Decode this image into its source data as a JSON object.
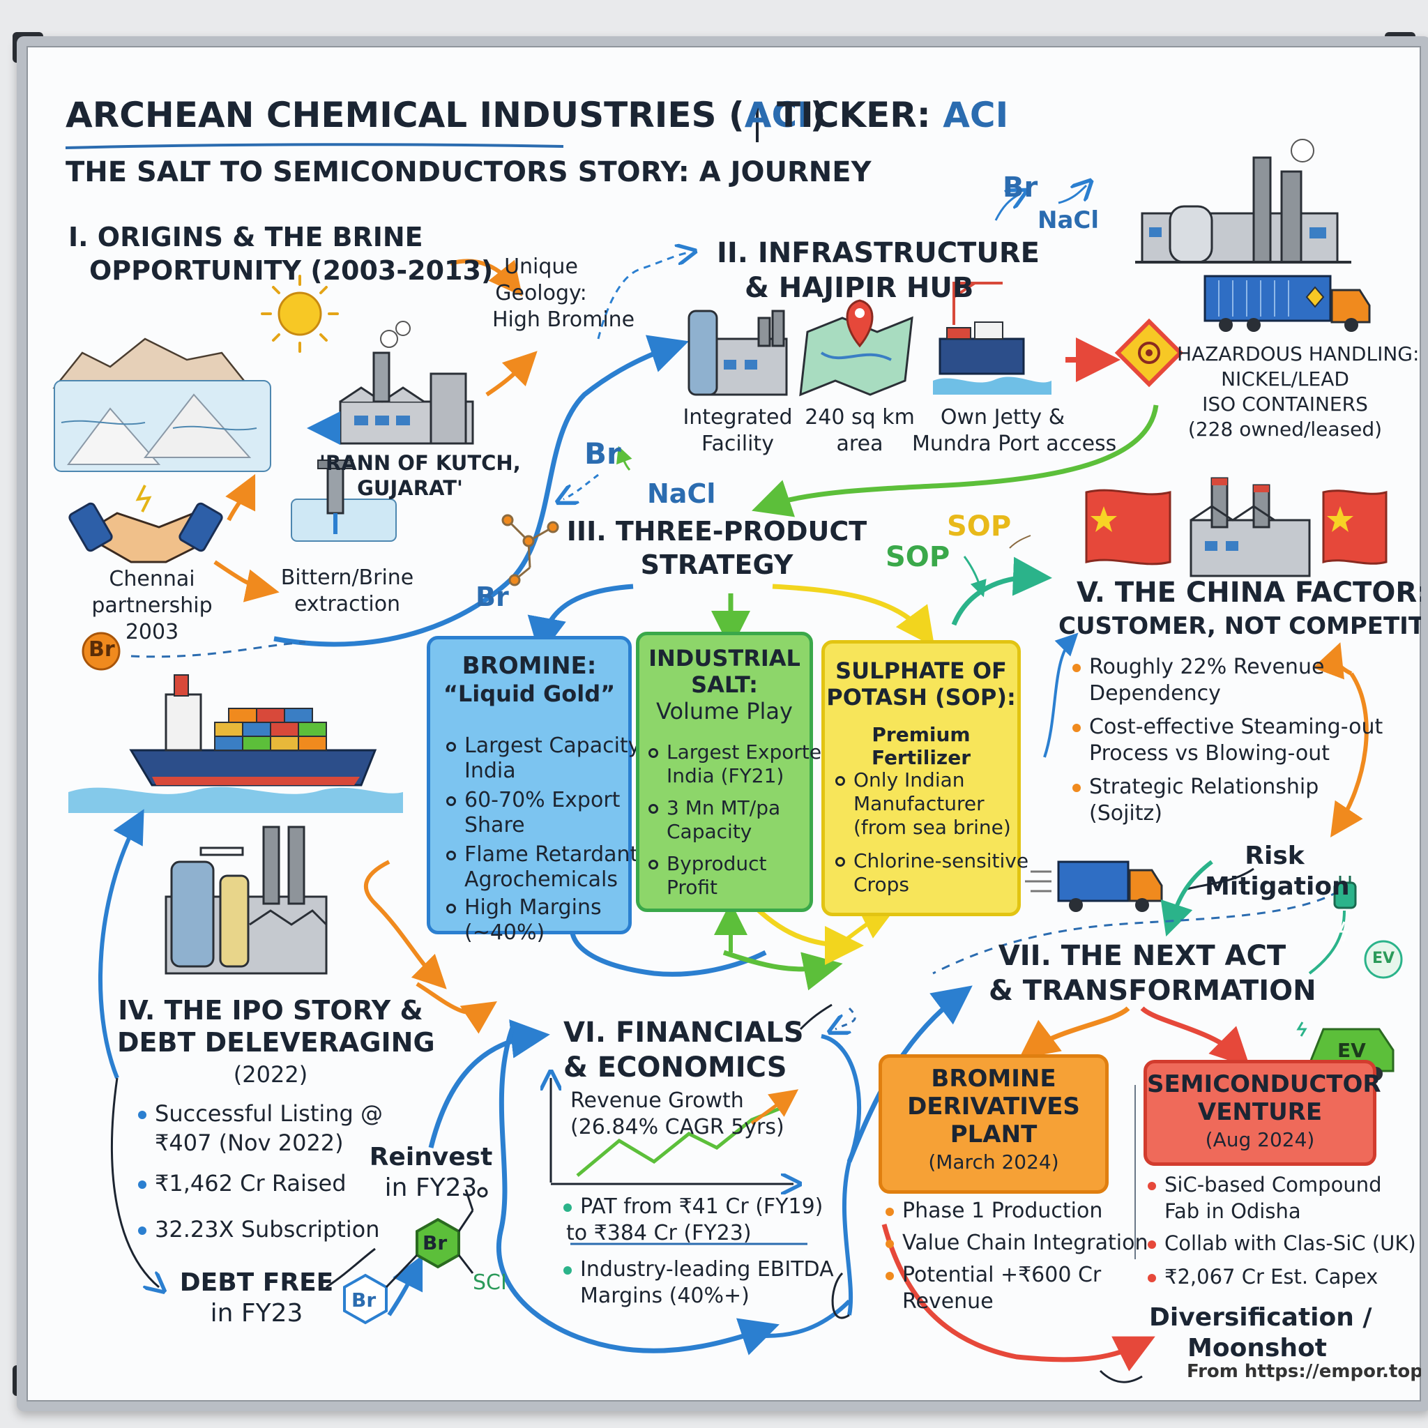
{
  "title": {
    "main": "ARCHEAN CHEMICAL INDUSTRIES (",
    "main_acr": "ACI",
    "main_close": ")",
    "separator": "|",
    "ticker_label": "TICKER:",
    "ticker_value": "ACI",
    "subtitle": "THE SALT TO SEMICONDUCTORS STORY: A JOURNEY"
  },
  "s1": {
    "title_l1": "I.  ORIGINS & THE BRINE",
    "title_l2": "OPPORTUNITY (2003-2013)",
    "geology_l1": "Unique",
    "geology_l2": "Geology:",
    "geology_l3": "High Bromine",
    "rann_l1": "'RANN OF KUTCH,",
    "rann_l2": "GUJARAT'",
    "chennai_l1": "Chennai",
    "chennai_l2": "partnership",
    "chennai_l3": "2003",
    "bittern_l1": "Bittern/Brine",
    "bittern_l2": "extraction"
  },
  "s2": {
    "title_l1": "II. INFRASTRUCTURE",
    "title_l2": "& HAJIPIR HUB",
    "facility_l1": "Integrated",
    "facility_l2": "Facility",
    "area_l1": "240 sq km",
    "area_l2": "area",
    "jetty_l1": "Own Jetty &",
    "jetty_l2": "Mundra Port access",
    "hazard_l1": "HAZARDOUS HANDLING:",
    "hazard_l2": "NICKEL/LEAD",
    "hazard_l3": "ISO CONTAINERS",
    "hazard_l4": "(228 owned/leased)"
  },
  "chem": {
    "br": "Br",
    "nacl": "NaCl",
    "sop": "SOP",
    "sci": "SCI",
    "ev": "EV"
  },
  "s3": {
    "title_l1": "III. THREE-PRODUCT",
    "title_l2": "STRATEGY",
    "bromine": {
      "head_l1": "BROMINE:",
      "head_l2": "“Liquid Gold”",
      "b1_l1": "Largest Capacity",
      "b1_l2": "India",
      "b2_l1": "60-70% Export",
      "b2_l2": "Share",
      "b3_l1": "Flame Retardants,",
      "b3_l2": "Agrochemicals",
      "b4_l1": "High Margins",
      "b4_l2": "(~40%)"
    },
    "salt": {
      "head_l1": "INDUSTRIAL",
      "head_l2": "SALT:",
      "head_l3": "Volume Play",
      "b1_l1": "Largest Exporter",
      "b1_l2": "India (FY21)",
      "b2_l1": "3 Mn MT/pa",
      "b2_l2": "Capacity",
      "b3_l1": "Byproduct",
      "b3_l2": "Profit"
    },
    "sop": {
      "head_l1": "SULPHATE OF",
      "head_l2": "POTASH (SOP):",
      "head_l3": "Premium Fertilizer",
      "b1_l1": "Only Indian",
      "b1_l2": "Manufacturer",
      "b1_l3": "(from sea brine)",
      "b2_l1": "Chlorine-sensitive",
      "b2_l2": "Crops"
    }
  },
  "s4": {
    "title_l1": "IV. THE IPO STORY &",
    "title_l2": "DEBT DELEVERAGING",
    "title_l3": "(2022)",
    "b1_l1": "Successful Listing @",
    "b1_l2": "₹407 (Nov 2022)",
    "b2": "₹1,462 Cr Raised",
    "b3": "32.23X Subscription",
    "debt_l1": "DEBT FREE",
    "debt_l2": "in FY23",
    "reinvest_l1": "Reinvest",
    "reinvest_l2": "in FY23"
  },
  "s5": {
    "title_l1": "V. THE CHINA FACTOR:",
    "title_l2": "CUSTOMER, NOT COMPETITOR",
    "b1_l1": "Roughly 22% Revenue",
    "b1_l2": "Dependency",
    "b2_l1": "Cost-effective Steaming-out",
    "b2_l2": "Process vs Blowing-out",
    "b3_l1": "Strategic Relationship",
    "b3_l2": "(Sojitz)",
    "risk_l1": "Risk",
    "risk_l2": "Mitigation"
  },
  "s6": {
    "title_l1": "VI. FINANCIALS",
    "title_l2": "& ECONOMICS",
    "rev_l1": "Revenue Growth",
    "rev_l2": "(26.84% CAGR 5yrs)",
    "pat_l1": "PAT from ₹41 Cr (FY19)",
    "pat_l2": "to ₹384 Cr (FY23)",
    "ebitda_l1": "Industry-leading EBITDA",
    "ebitda_l2": "Margins (40%+)"
  },
  "s7": {
    "title_l1": "VII. THE NEXT ACT",
    "title_l2": "& TRANSFORMATION",
    "derivatives": {
      "head_l1": "BROMINE",
      "head_l2": "DERIVATIVES",
      "head_l3": "PLANT",
      "head_l4": "(March 2024)",
      "b1": "Phase 1 Production",
      "b2": "Value Chain Integration",
      "b3_l1": "Potential +₹600 Cr",
      "b3_l2": "Revenue"
    },
    "semi": {
      "head_l1": "SEMICONDUCTOR",
      "head_l2": "VENTURE",
      "head_l3": "(Aug 2024)",
      "b1_l1": "SiC-based Compound",
      "b1_l2": "Fab in Odisha",
      "b2": "Collab with Clas-SiC (UK)",
      "b3": "₹2,067 Cr Est. Capex"
    },
    "div_l1": "Diversification /",
    "div_l2": "Moonshot"
  },
  "footer": "From https://empor.top",
  "colors": {
    "blue": "#2b7fd0",
    "green": "#5cbf3a",
    "yellow": "#f2d51e",
    "orange": "#f08a1e",
    "red": "#e6483a",
    "ink": "#1c2430"
  }
}
